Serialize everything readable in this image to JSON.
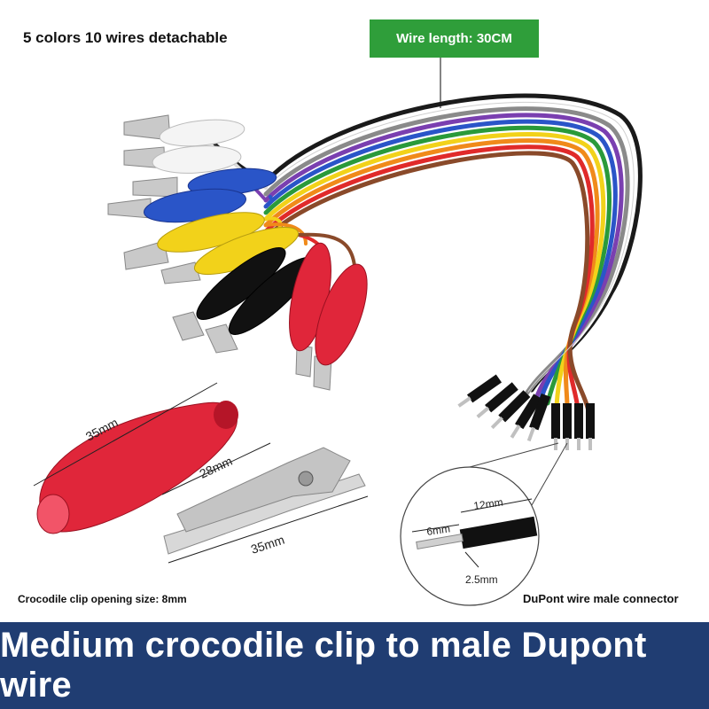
{
  "header": {
    "product_summary": "5 colors 10 wires detachable",
    "wire_length_badge": "Wire length: 30CM"
  },
  "clip_dimensions": {
    "boot_length": "35mm",
    "jaw_length": "28mm",
    "clip_length": "35mm",
    "opening_caption": "Crocodile clip opening size: 8mm"
  },
  "connector_dimensions": {
    "housing_length": "12mm",
    "pin_length": "6mm",
    "pin_width": "2.5mm",
    "caption": "DuPont wire male connector"
  },
  "banner": {
    "title": "Medium crocodile clip to male Dupont wire"
  },
  "colors": {
    "badge_green": "#2f9e3a",
    "banner_blue": "#203d72",
    "boot_red": "#e0263a",
    "wire_colors": [
      "#1a1a1a",
      "#ffffff",
      "#8a8a8a",
      "#7a3fb0",
      "#2a55c8",
      "#2a9a3a",
      "#f2d21a",
      "#f08a1a",
      "#e02a2a",
      "#8a4a2a"
    ]
  }
}
